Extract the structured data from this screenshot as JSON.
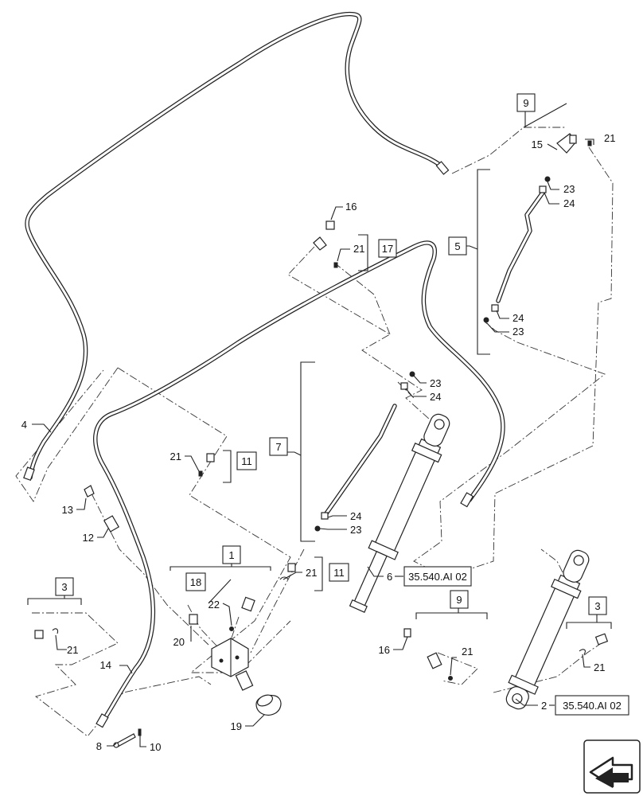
{
  "callouts": {
    "n1": "1",
    "n2": "2",
    "n3a": "3",
    "n3b": "3",
    "n4": "4",
    "n5": "5",
    "n6": "6",
    "n7": "7",
    "n8": "8",
    "n9a": "9",
    "n9b": "9",
    "n10": "10",
    "n11a": "11",
    "n11b": "11",
    "n12": "12",
    "n13": "13",
    "n14": "14",
    "n15": "15",
    "n16a": "16",
    "n16b": "16",
    "n17": "17",
    "n18": "18",
    "n19": "19",
    "n20": "20",
    "n21a": "21",
    "n21b": "21",
    "n21c": "21",
    "n21d": "21",
    "n21e": "21",
    "n21f": "21",
    "n21g": "21",
    "n22": "22",
    "n23a": "23",
    "n23b": "23",
    "n23c": "23",
    "n23d": "23",
    "n24a": "24",
    "n24b": "24",
    "n24c": "24",
    "n24d": "24"
  },
  "references": {
    "ref_cyl6": "35.540.AI 02",
    "ref_cyl2": "35.540.AI 02"
  },
  "nav": {
    "icon": "next-page-arrow-icon"
  }
}
